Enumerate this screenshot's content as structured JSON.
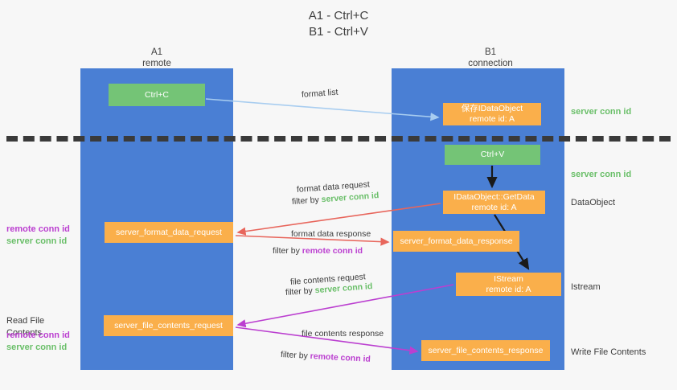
{
  "title": {
    "line1": "A1 - Ctrl+C",
    "line2": "B1 - Ctrl+V"
  },
  "columns": {
    "left": {
      "name": "A1",
      "role": "remote"
    },
    "right": {
      "name": "B1",
      "role": "connection"
    }
  },
  "nodes": {
    "ctrl_c": {
      "label": "Ctrl+C",
      "color": "#74c476"
    },
    "idataobject": {
      "line1": "保存IDataObject",
      "line2": "remote id: A",
      "color": "#faaf4b"
    },
    "ctrl_v": {
      "label": "Ctrl+V",
      "color": "#74c476"
    },
    "getdata": {
      "line1": "IDataObject::GetData",
      "line2": "remote id: A",
      "color": "#faaf4b"
    },
    "format_data_request": {
      "label": "server_format_data_request",
      "color": "#faaf4b"
    },
    "format_data_response": {
      "label": "server_format_data_response",
      "color": "#faaf4b"
    },
    "istream": {
      "line1": "IStream",
      "line2": "remote id: A",
      "color": "#faaf4b"
    },
    "file_contents_request": {
      "label": "server_file_contents_request",
      "color": "#faaf4b"
    },
    "file_contents_response": {
      "label": "server_file_contents_response",
      "color": "#faaf4b"
    }
  },
  "edges": {
    "format_list": "format list",
    "format_data_request": "format data request",
    "format_data_request_filter_prefix": "filter by ",
    "format_data_request_filter_value": "server conn id",
    "format_data_response": "format data response",
    "format_data_response_filter_prefix": "filter by ",
    "format_data_response_filter_value": "remote conn id",
    "file_contents_request": "file contents request",
    "file_contents_request_filter_prefix": "filter by ",
    "file_contents_request_filter_value": "server conn id",
    "file_contents_response": "file contents response",
    "file_contents_response_filter_prefix": "filter by ",
    "file_contents_response_filter_value": "remote conn id"
  },
  "right_annotations": {
    "server_conn_id_top": "server conn id",
    "server_conn_id_mid": "server conn id",
    "dataobject": "DataObject",
    "istream": "Istream",
    "write_file_contents": "Write File Contents"
  },
  "left_annotations": {
    "remote_conn_id_1": "remote conn id",
    "server_conn_id_1": "server conn id",
    "read_file_contents": "Read File Contents",
    "remote_conn_id_2": "remote conn id",
    "server_conn_id_2": "server conn id"
  },
  "colors": {
    "lane": "#4a7fd4",
    "node_green": "#74c476",
    "node_orange": "#faaf4b",
    "arrow_light_blue": "#a8cdf0",
    "arrow_red": "#e8665c",
    "arrow_magenta": "#bb3fd0",
    "arrow_black": "#1a1a1a",
    "text_green": "#6abf69",
    "text_magenta": "#bb3fd0",
    "divider": "#3a3a3a",
    "background": "#f7f7f7"
  }
}
